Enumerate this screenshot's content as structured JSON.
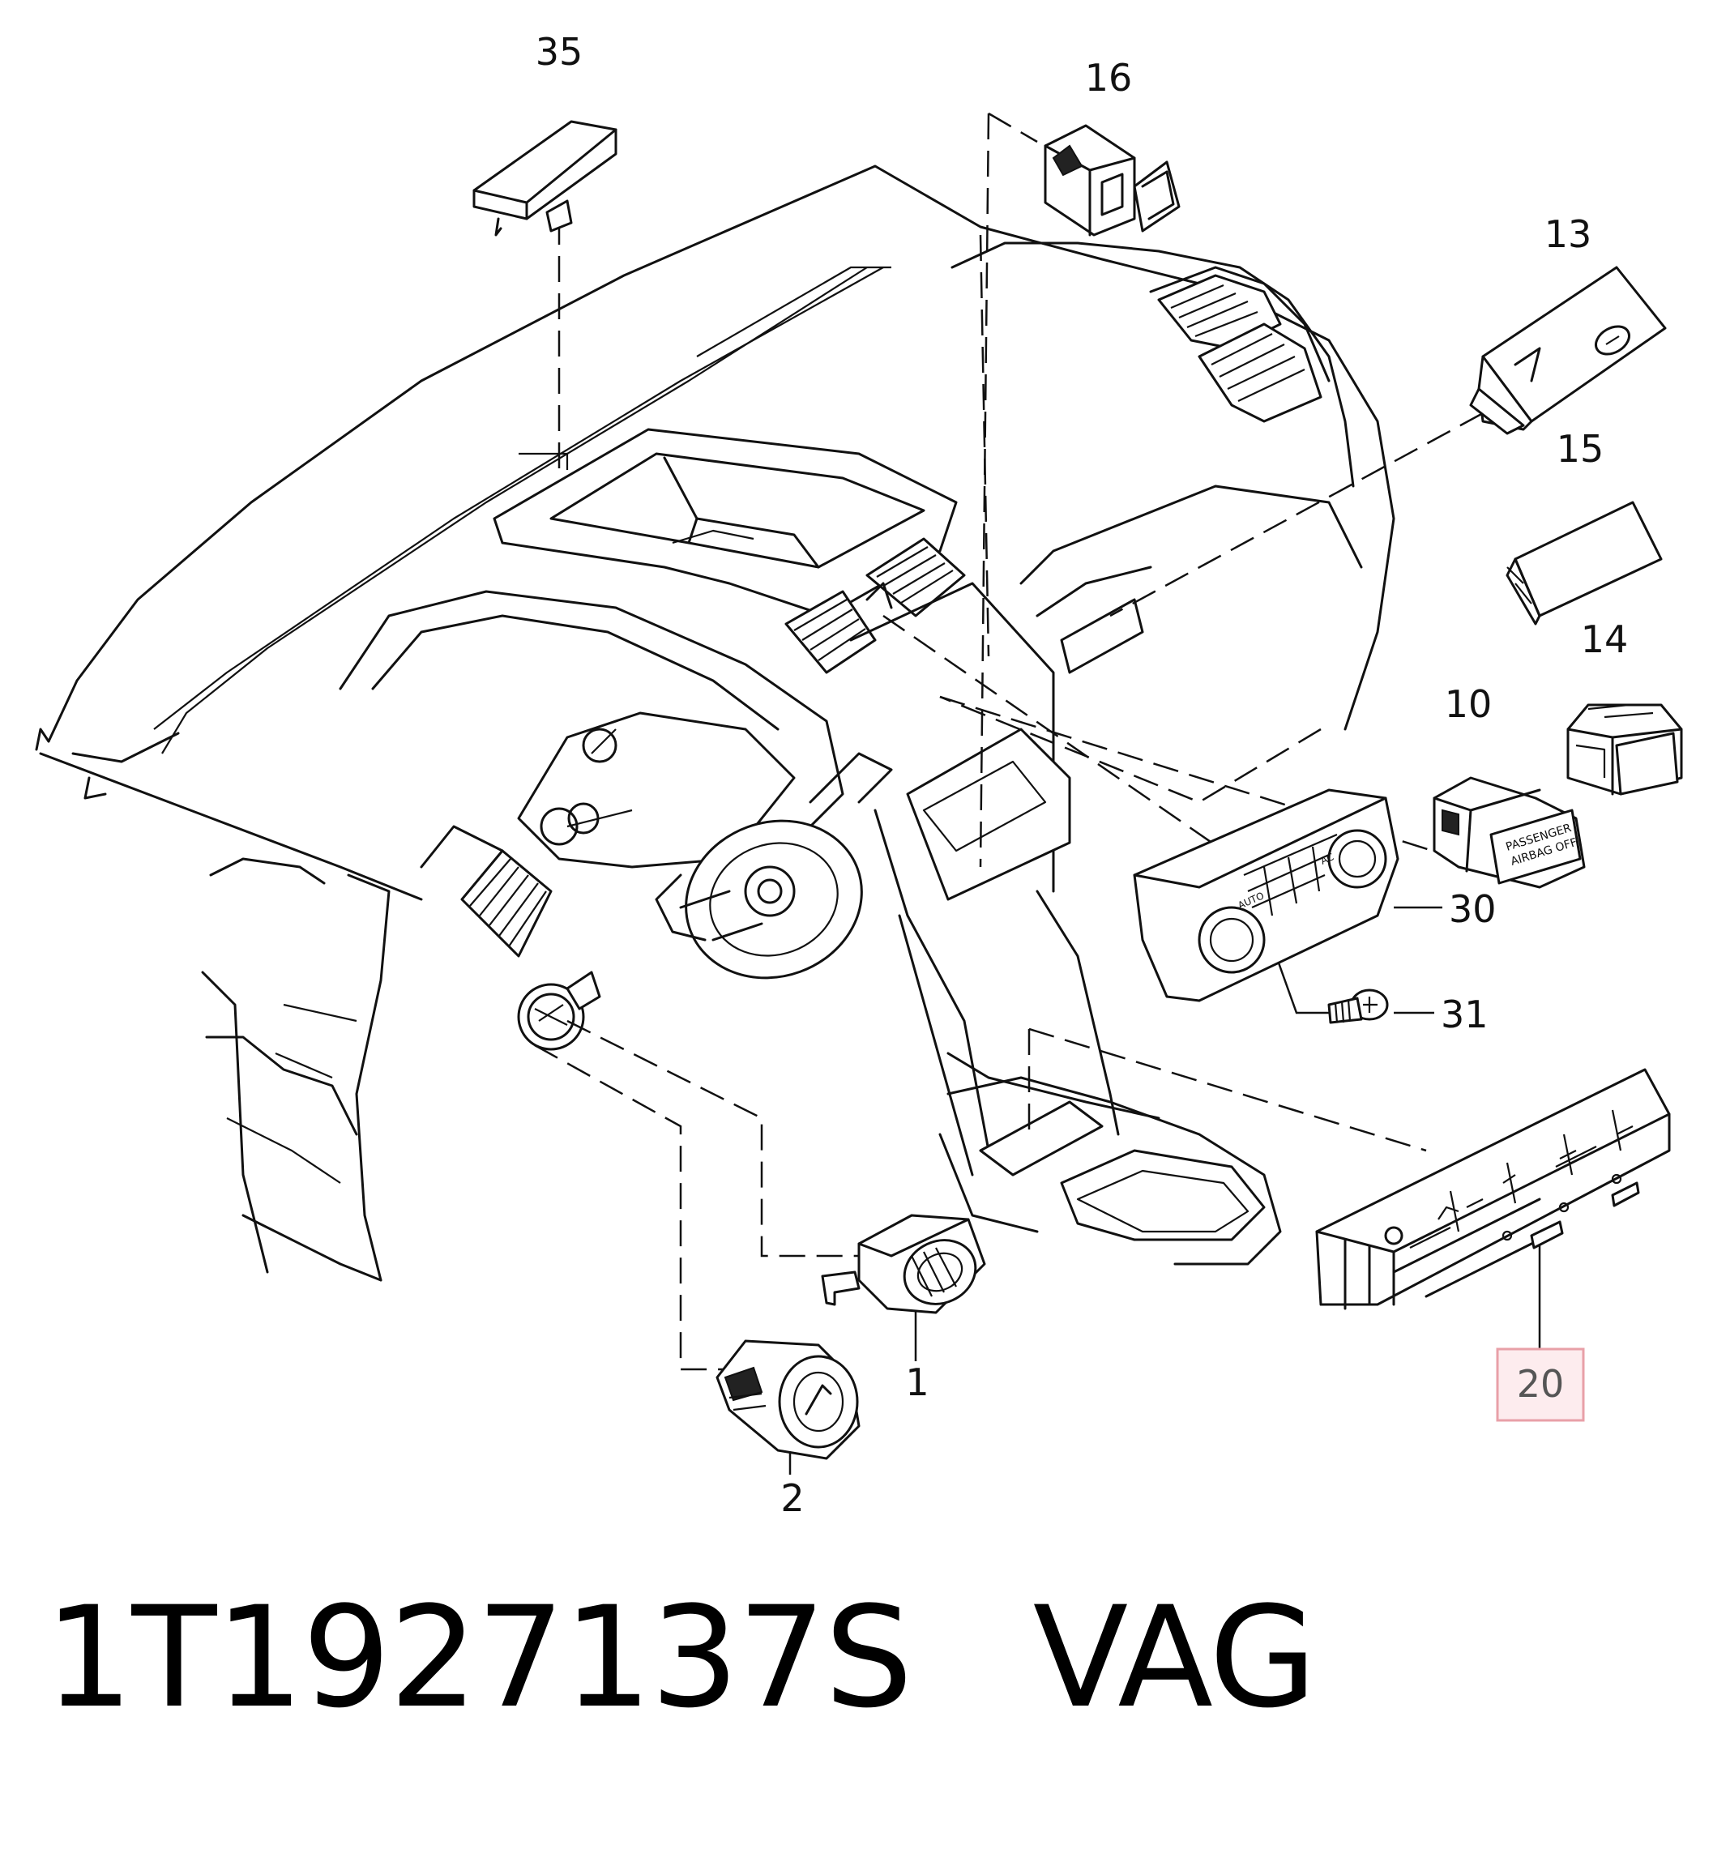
{
  "callouts": [
    {
      "id": "35",
      "label": "35"
    },
    {
      "id": "16",
      "label": "16"
    },
    {
      "id": "13",
      "label": "13"
    },
    {
      "id": "15",
      "label": "15"
    },
    {
      "id": "14",
      "label": "14"
    },
    {
      "id": "10",
      "label": "10"
    },
    {
      "id": "30",
      "label": "30"
    },
    {
      "id": "31",
      "label": "31"
    },
    {
      "id": "20",
      "label": "20",
      "highlighted": true
    },
    {
      "id": "1",
      "label": "1"
    },
    {
      "id": "2",
      "label": "2"
    }
  ],
  "part_labels": {
    "airbag_line1": "PASSENGER",
    "airbag_line2": "AIRBAG OFF",
    "climate_auto": "AUTO",
    "climate_ac": "AC"
  },
  "caption": {
    "part_number": "1T1927137S",
    "brand": "VAG"
  },
  "colors": {
    "highlight_border": "#e8a0a8",
    "highlight_fill": "#fdecee",
    "line": "#111111"
  }
}
